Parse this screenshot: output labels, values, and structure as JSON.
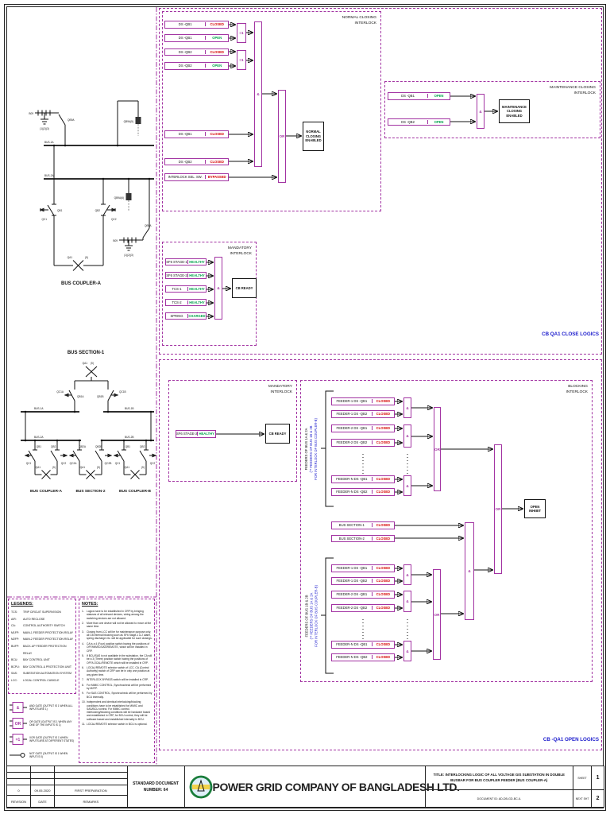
{
  "captions": {
    "close": "CB QA1 CLOSE LOGICS",
    "open": "CB -QA1 OPEN LOGICS"
  },
  "gates": {
    "and": "&",
    "or": "OR",
    "xor": "=1"
  },
  "normal_closing": {
    "title1": "NORMAL CLOSING",
    "title2": "INTERLOCK",
    "signals": [
      {
        "name": "DS -QB1",
        "state": "CLOSED",
        "color": "red"
      },
      {
        "name": "DS -QB1",
        "state": "OPEN",
        "color": "green"
      },
      {
        "name": "DS -QB2",
        "state": "CLOSED",
        "color": "red"
      },
      {
        "name": "DS -QB2",
        "state": "OPEN",
        "color": "green"
      },
      {
        "name": "DS -QB1",
        "state": "CLOSED",
        "color": "red"
      },
      {
        "name": "DS -QB2",
        "state": "CLOSED",
        "color": "red"
      },
      {
        "name": "INTERLOCK SEL. SW.",
        "state": "BYPASSED",
        "color": "red"
      }
    ],
    "output": "NORMAL CLOSING ENABLED"
  },
  "maintenance_closing": {
    "title1": "MAINTENANCE CLOSING",
    "title2": "INTERLOCK",
    "signals": [
      {
        "name": "DS -QB1",
        "state": "OPEN",
        "color": "green"
      },
      {
        "name": "DS -QB2",
        "state": "OPEN",
        "color": "green"
      }
    ],
    "output": "MAINTENANCE CLOSING ENABLED"
  },
  "mandatory_close": {
    "title1": "MANDATORY",
    "title2": "INTERLOCK",
    "signals": [
      {
        "name": "SF6 STAGE-1",
        "state": "HEALTHY",
        "color": "green"
      },
      {
        "name": "SF6 STAGE-2",
        "state": "HEALTHY",
        "color": "green"
      },
      {
        "name": "TCS-1",
        "state": "HEALTHY",
        "color": "green"
      },
      {
        "name": "TCS-2",
        "state": "HEALTHY",
        "color": "green"
      },
      {
        "name": "SPRING",
        "state": "CHARGED",
        "color": "green"
      }
    ],
    "output": "CB READY"
  },
  "mandatory_open": {
    "title1": "MANDATORY",
    "title2": "INTERLOCK",
    "signals": [
      {
        "name": "SF6 STAGE-2",
        "state": "HEALTHY",
        "color": "green"
      }
    ],
    "output": "CB READY"
  },
  "blocking": {
    "title1": "BLOCKING",
    "title2": "INTERLOCK",
    "group1_black": "FEEDERS OF BUS 1A & 2A",
    "group1_blue1": "(** FEEDERS OF BUS 1B & 2B",
    "group1_blue2": "FOR INTERLOCK OF BUS COUPLER-B)",
    "group2_black": "FEEDERS OF BUS 1B & 2B",
    "group2_blue1": "(** FEEDERS OF BUS 1A & 2A",
    "group2_blue2": "FOR INTERLOCK OF BUS COUPLER-B)",
    "group1_signals": [
      {
        "name": "FEEDER-1 DS -QB1",
        "state": "CLOSED",
        "color": "red"
      },
      {
        "name": "FEEDER-1 DS -QB2",
        "state": "CLOSED",
        "color": "red"
      },
      {
        "name": "FEEDER-2 DS -QB1",
        "state": "CLOSED",
        "color": "red"
      },
      {
        "name": "FEEDER-2 DS -QB2",
        "state": "CLOSED",
        "color": "red"
      },
      {
        "name": "FEEDER-N DS -QB1",
        "state": "CLOSED",
        "color": "red"
      },
      {
        "name": "FEEDER-N DS -QB2",
        "state": "CLOSED",
        "color": "red"
      }
    ],
    "bus_signals": [
      {
        "name": "BUS SECTION-1",
        "state": "CLOSED",
        "color": "red"
      },
      {
        "name": "BUS SECTION-2",
        "state": "CLOSED",
        "color": "red"
      }
    ],
    "group2_signals": [
      {
        "name": "FEEDER-1 DS -QB1",
        "state": "CLOSED",
        "color": "red"
      },
      {
        "name": "FEEDER-1 DS -QB2",
        "state": "CLOSED",
        "color": "red"
      },
      {
        "name": "FEEDER-2 DS -QB1",
        "state": "CLOSED",
        "color": "red"
      },
      {
        "name": "FEEDER-2 DS -QB2",
        "state": "CLOSED",
        "color": "red"
      },
      {
        "name": "FEEDER-N DS -QB1",
        "state": "CLOSED",
        "color": "red"
      },
      {
        "name": "FEEDER-N DS -QB2",
        "state": "CLOSED",
        "color": "red"
      }
    ],
    "output": "OPEN INHIBIT"
  },
  "legends": {
    "title": "LEGENDS:",
    "items": [
      {
        "abbr": "TCS:",
        "def": "TRIP CIRCUIT SUPERVISION"
      },
      {
        "abbr": "A/R:",
        "def": "AUTO RECLOSE"
      },
      {
        "abbr": "CA:",
        "def": "CONTROL AUTHORITY SWITCH"
      },
      {
        "abbr": "M1FP:",
        "def": "MAIN-1 FEEDER PROTECTION RELAY"
      },
      {
        "abbr": "M2FP:",
        "def": "MAIN-2 FEEDER PROTECTION RELAY"
      },
      {
        "abbr": "BUFP:",
        "def": "BACK-UP FEEDER PROTECTION RELAY"
      },
      {
        "abbr": "BCU:",
        "def": "BAY CONTROL UNIT"
      },
      {
        "abbr": "BCPU:",
        "def": "BAY CONTROL & PROTECTION UNIT"
      },
      {
        "abbr": "SAS:",
        "def": "SUBSTATION AUTOMATION SYSTEM"
      },
      {
        "abbr": "LCC:",
        "def": "LOCAL CONTROL CUBICLE"
      }
    ]
  },
  "gate_legend": [
    {
      "symbol": "&",
      "type": "box",
      "desc": "AND GATE (OUTPUT IS 1 WHEN ALL INPUTS ARE 1)"
    },
    {
      "symbol": "OR",
      "type": "box",
      "desc": "OR GATE (OUTPUT IS 1 WHEN ANY ONE OF THE INPUTS IS 1)"
    },
    {
      "symbol": "=1",
      "type": "box",
      "desc": "XOR GATE (OUTPUT IS 1 WHEN INPUTS ARE AT DIFFERENT STATES)"
    },
    {
      "symbol": "",
      "type": "not",
      "desc": "NOT GATE (OUTPUT IS 1 WHEN INPUT IS 0)"
    }
  ],
  "notes": {
    "title": "NOTES:",
    "items": [
      {
        "num": "1.",
        "text": "Logics have to be established in CRP by bringing statuses of all relevant devices, wiring among the switching devices are not allowed."
      },
      {
        "num": "2.",
        "text": "More than one device will not be allowed to move at the same time."
      },
      {
        "num": "3.",
        "text": "Closing from LCC will be for maintenance purpose only, all CB internal blocking such as SF6 Stage-1 & 2 alarm, spring discharge etc. will be applicable for such closings."
      },
      {
        "num": "4.",
        "text": "CA is a 4 (Four) position switch having the positions of OFF/MIMIC/SAS/REMOTE, which will be installed in CRP."
      },
      {
        "num": "5.",
        "text": "If BCU/SAS is not available in the substation, the CA will be a 3 (Three) position switch having the positions of OFF/LOCAL/REMOTE which will be installed in CRP."
      },
      {
        "num": "6.",
        "text": "LOCAL/REMOTE selector switch of LCC, CA (Control Authority) switch of CRP can be in only one position at any given time."
      },
      {
        "num": "7.",
        "text": "INTERLOCK BYPASS switch will be installed in CRP."
      },
      {
        "num": "8.",
        "text": "For MIMIC CONTROL, Synchrocheck will be performed by M2FP."
      },
      {
        "num": "9.",
        "text": "For SAS CONTROL, Synchrocheck will be performed by BCU internally."
      },
      {
        "num": "10.",
        "text": "Independent and identical interlocking/blocking conditions have to be established for MIMIC and SAS/BCU control. For MIMIC control, interlocking/blocking conditions will be hardware based and established in CRP, for BCU control, they will be software based and established internally in BCU."
      },
      {
        "num": "11.",
        "text": "LOCAL/REMOTE selector switch in BCU is optional."
      }
    ]
  },
  "title_block": {
    "rev_val": "0",
    "date_val": "09.05.2020",
    "remarks_val": "FIRST PREPARATION",
    "rev_lbl": "REVISION",
    "date_lbl": "DATE",
    "remarks_lbl": "REMARKS",
    "std_doc1": "STANDARD DOCUMENT",
    "std_doc2": "NUMBER: 64",
    "company": "POWER GRID COMPANY OF BANGLADESH LTD.",
    "title_text": "TITLE: INTERLOCKING LOGIC OF ALL VOLTAGE GIS SUBSTATION IN DOUBLE BUSBAR FOR BUS COUPLER FEEDER (BUS COUPLER-A)",
    "doc_id": "DOCUMENT ID: AD-DB-GD-BC-IL",
    "sheet_lbl": "SHEET",
    "sheet_no": "1",
    "next_lbl": "NEXT SHT",
    "next_no": "2"
  },
  "diagram_a": {
    "title": "BUS COUPLER-A",
    "bus1": "BUS-1A",
    "bus2": "BUS-2A",
    "qb1": "QB1",
    "qb2": "QB2",
    "qc1": "QC1",
    "qc2": "QC2",
    "qa1": "QA1",
    "qa1_n": "(5)",
    "es_top": "QB9A",
    "ct_top": "B09",
    "earth_top": "(1)(2)(3)",
    "vt_top": "QB9A(5)",
    "es_mid": "QB9A(6)",
    "es_right": "QB9A",
    "ct_right": "B09",
    "earth_right": "(1)(2)(3)"
  },
  "diagram_b": {
    "title": "BUS SECTION-1",
    "qa1": "QA1",
    "qa1_n": "(5)",
    "qb1a": "QB1A",
    "qb1b": "QB1B",
    "qc1a": "QC1A",
    "qc1b": "QC1B",
    "bus1a": "BUS-1A",
    "bus1b": "BUS-1B",
    "bus2a": "BUS-2A",
    "bus2b": "BUS-2B",
    "bays": [
      {
        "label": "BUS COUPLER-A",
        "qa": "QA1",
        "qa_n": "(5)",
        "qb_l": "QB1",
        "qb_r": "QB2",
        "qc_l": "QC1",
        "qc_r": "QC2"
      },
      {
        "label": "BUS SECTION-2",
        "qa": "QA1",
        "qa_n": "(5)",
        "qb_l": "QB2A",
        "qb_r": "QB2B",
        "qc_l": "QC2A",
        "qc_r": "QC2B"
      },
      {
        "label": "BUS COUPLER-B",
        "qa": "QA1",
        "qa_n": "(5)",
        "qb_l": "QB1",
        "qb_r": "QB2",
        "qc_l": "QC1",
        "qc_r": "QC2"
      }
    ]
  }
}
